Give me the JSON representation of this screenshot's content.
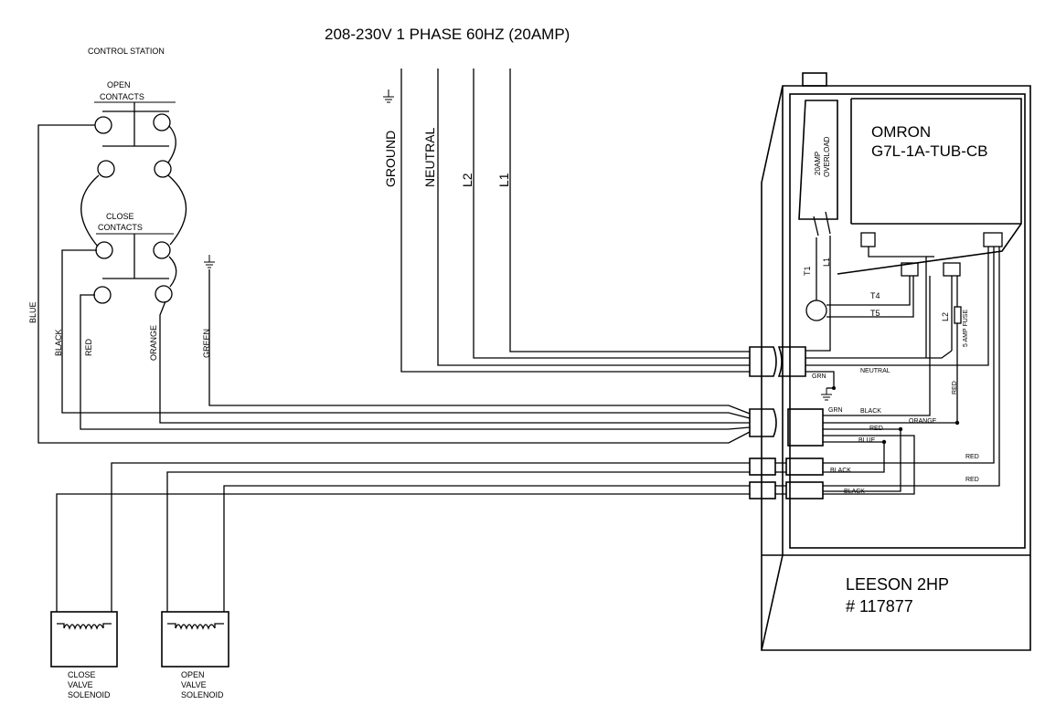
{
  "title": "208-230V 1 PHASE 60HZ (20AMP)",
  "control_station": {
    "title": "CONTROL STATION",
    "open_contacts": [
      "OPEN",
      "CONTACTS"
    ],
    "close_contacts": [
      "CLOSE",
      "CONTACTS"
    ]
  },
  "supply_lines": {
    "ground": "GROUND",
    "neutral": "NEUTRAL",
    "l2": "L2",
    "l1": "L1"
  },
  "wire_labels": {
    "blue": "BLUE",
    "black": "BLACK",
    "red": "RED",
    "orange": "ORANGE",
    "green": "GREEN",
    "grn": "GRN",
    "neutral": "NEUTRAL",
    "t1": "T1",
    "l1": "L1",
    "l2": "L2",
    "t4": "T4",
    "t5": "T5"
  },
  "overload": [
    "20AMP",
    "OVERLOAD"
  ],
  "relay": [
    "OMRON",
    "G7L-1A-TUB-CB"
  ],
  "fuse": "5 AMP FUSE",
  "motor": [
    "LEESON 2HP",
    "# 117877"
  ],
  "solenoids": {
    "close": [
      "CLOSE",
      "VALVE",
      "SOLENOID"
    ],
    "open": [
      "OPEN",
      "VALVE",
      "SOLENOID"
    ]
  }
}
